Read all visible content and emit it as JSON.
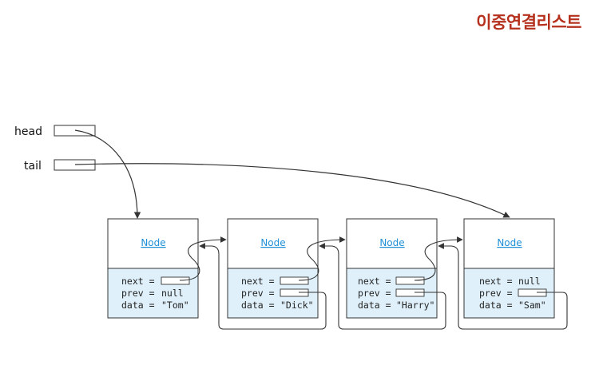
{
  "title": "이중연결리스트",
  "pointers": {
    "head": "head",
    "tail": "tail"
  },
  "node_title": "Node",
  "field_labels": {
    "next": "next =",
    "prev": "prev =",
    "data": "data ="
  },
  "nodes": [
    {
      "next": "",
      "prev": "null",
      "data": "\"Tom\""
    },
    {
      "next": "",
      "prev": "",
      "data": "\"Dick\""
    },
    {
      "next": "",
      "prev": "",
      "data": "\"Harry\""
    },
    {
      "next": "null",
      "prev": "",
      "data": "\"Sam\""
    }
  ],
  "colors": {
    "title": "#b5301d",
    "node_label": "#1f8fd6",
    "field_area": "#dff0fa",
    "stroke": "#333333"
  }
}
